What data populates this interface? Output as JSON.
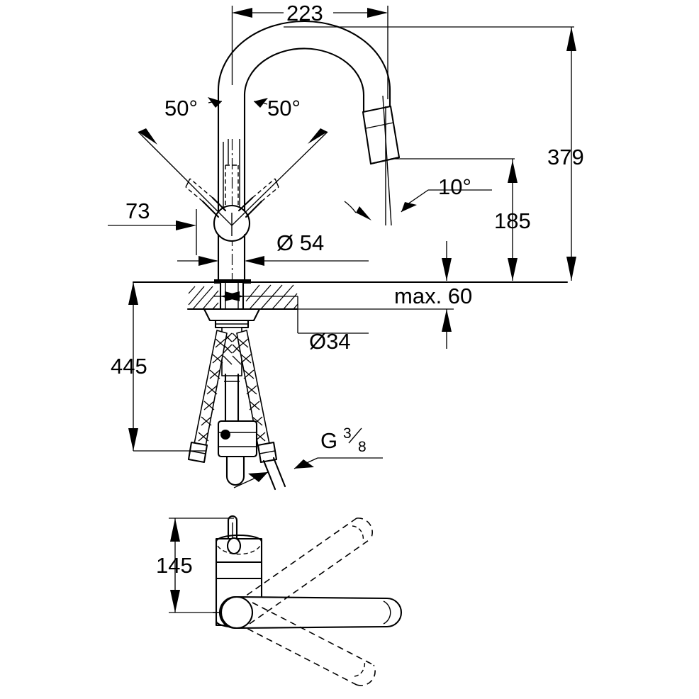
{
  "drawing": {
    "title": "Kitchen mixer tap technical dimension drawing",
    "units": "mm",
    "line_color": "#000000",
    "background_color": "#ffffff"
  },
  "dimensions": {
    "spout_reach": "223",
    "swivel_left": "50°",
    "swivel_right": "50°",
    "handle_clearance": "73",
    "spray_head_angle": "10°",
    "total_height": "379",
    "spout_outlet_height": "185",
    "body_diameter": "Ø 54",
    "mounting_hole_diameter": "Ø34",
    "countertop_thickness": "max. 60",
    "hose_length": "445",
    "thread_size_letter": "G",
    "thread_size_num": "3",
    "thread_size_den": "8",
    "handle_height_plan": "145"
  },
  "views": {
    "main": "front elevation with pull-down spray spout",
    "detail": "side view of lever handle swivel range"
  }
}
